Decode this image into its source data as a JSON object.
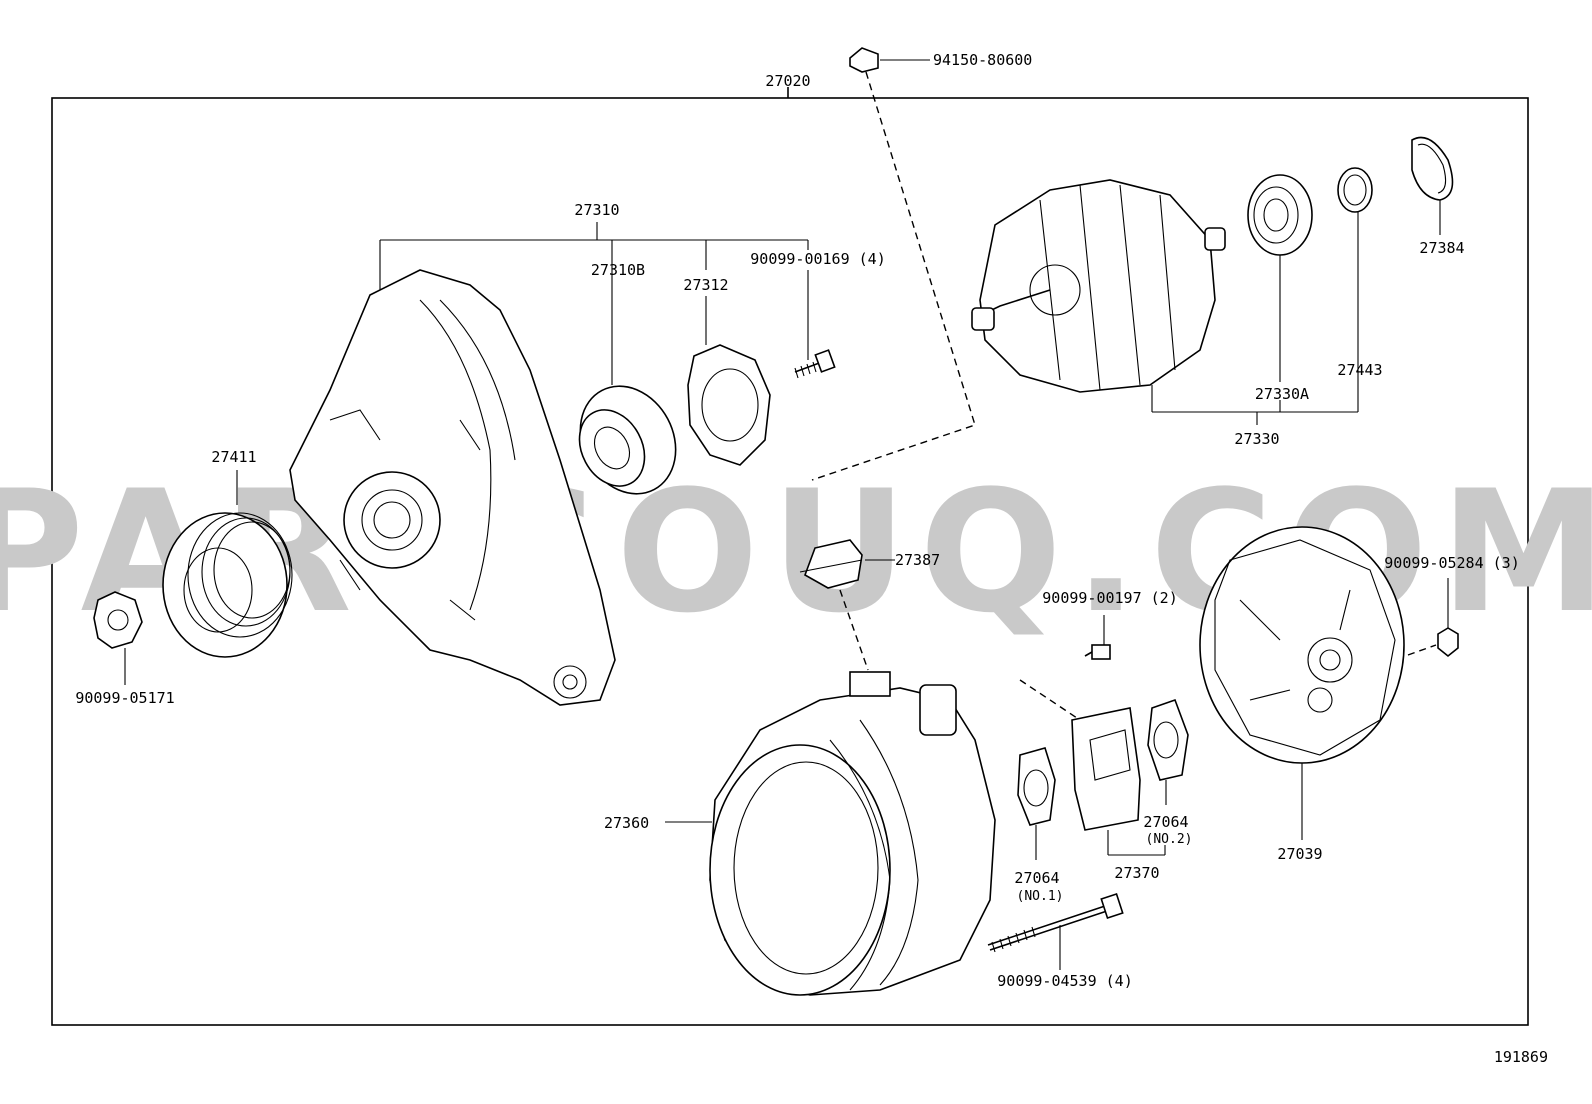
{
  "watermark": "PARTSOUQ.COM",
  "diagram_id": "191869",
  "labels": {
    "assembly": "27020",
    "clip_top": "94150-80600",
    "frame_assy": "27310",
    "bearing_front": "27310B",
    "retainer_plate": "27312",
    "screw_front": "90099-00169 (4)",
    "rotor": "27330",
    "rotor_bearing": "27330A",
    "ring": "27443",
    "cover": "27384",
    "pulley": "27411",
    "nut": "90099-05171",
    "terminal_insulator": "27387",
    "stator": "27360",
    "screw_mid": "90099-00197 (2)",
    "brush_holder": "27370",
    "gasket_no1": "27064",
    "gasket_no1_sub": "(NO.1)",
    "gasket_no2": "27064",
    "gasket_no2_sub": "(NO.2)",
    "rear_cover": "27039",
    "nut_rear": "90099-05284 (3)",
    "through_bolt": "90099-04539 (4)"
  }
}
